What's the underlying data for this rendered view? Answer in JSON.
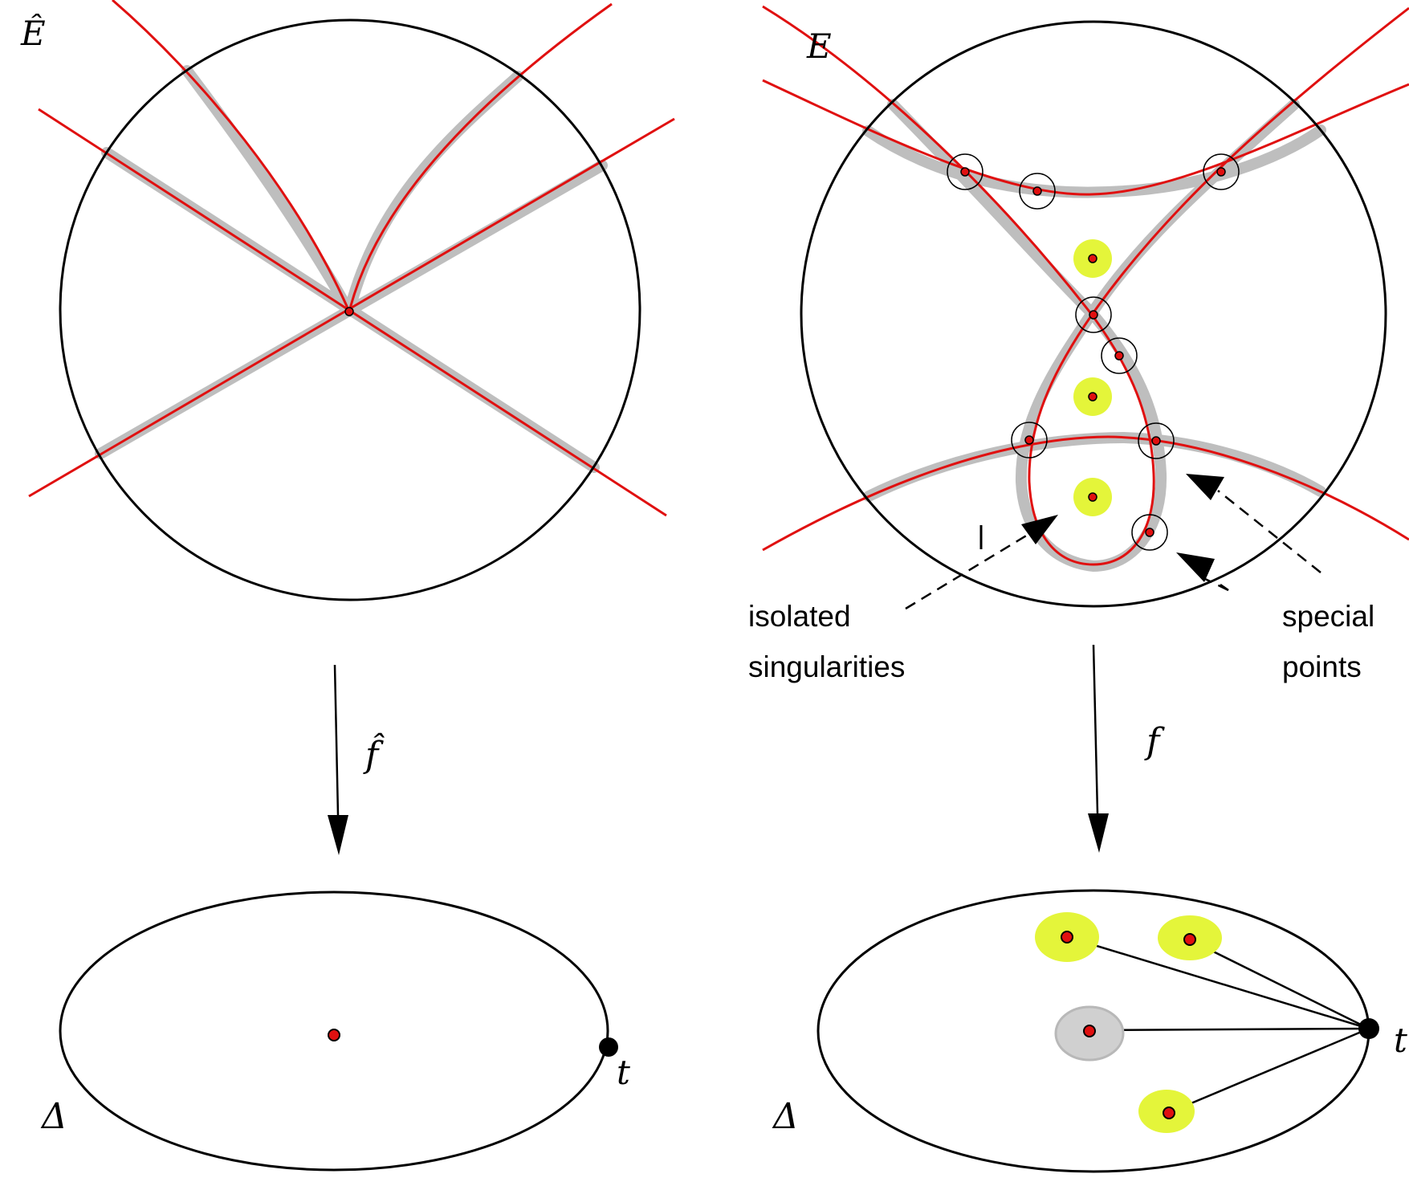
{
  "left_panel": {
    "space_label": "Ê",
    "map_label": "f̂",
    "base_label": "Δ",
    "point_label": "t"
  },
  "right_panel": {
    "space_label": "E",
    "map_label": "f",
    "base_label": "Δ",
    "point_label": "t",
    "annotation_isolated_line1": "isolated",
    "annotation_isolated_line2": "singularities",
    "annotation_special_line1": "special",
    "annotation_special_line2": "points"
  },
  "colors": {
    "curve": "#e01010",
    "halo": "#b8b8b8",
    "singularity_fill": "#e4f53a",
    "critical_fill": "#d0d0d0",
    "outline": "#000000"
  }
}
